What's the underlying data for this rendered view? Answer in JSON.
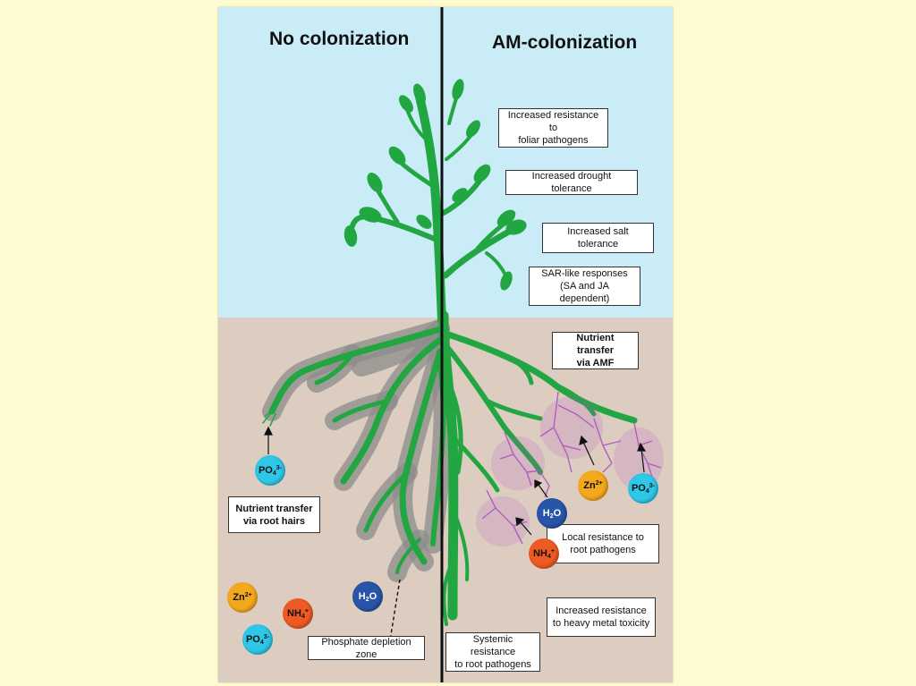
{
  "headers": {
    "left": "No colonization",
    "right": "AM-colonization"
  },
  "right_boxes": {
    "foliar": [
      "Increased resistance to",
      "foliar pathogens"
    ],
    "drought": "Increased drought tolerance",
    "salt": "Increased salt tolerance",
    "sar": [
      "SAR-like responses",
      "(SA and JA dependent)"
    ],
    "amf": [
      "Nutrient transfer",
      "via AMF"
    ],
    "local": [
      "Local resistance to",
      "root pathogens"
    ],
    "heavy_metal": [
      "Increased resistance",
      "to heavy metal toxicity"
    ],
    "systemic": [
      "Systemic resistance",
      "to root pathogens"
    ]
  },
  "left_boxes": {
    "root_hairs": [
      "Nutrient transfer",
      "via root hairs"
    ],
    "depletion": "Phosphate depletion zone"
  },
  "ions": {
    "po4": {
      "base": "PO",
      "sub": "4",
      "sup": "3-",
      "color": "#2fc7e8"
    },
    "zn": {
      "base": "Zn",
      "sub": "",
      "sup": "2+",
      "color": "#f4a81d"
    },
    "nh4": {
      "base": "NH",
      "sub": "4",
      "sup": "+",
      "color": "#ee5a23"
    },
    "h2o": {
      "base": "H",
      "sub": "2",
      "sup": "O",
      "color": "#2855a8"
    }
  },
  "colors": {
    "plant": "#21a642",
    "depletion_zone": "#8c8c8c",
    "hyphae": "#b052c2",
    "sky": "#c9ecf6",
    "soil": "#dccdc0",
    "background": "#fffbd0"
  }
}
